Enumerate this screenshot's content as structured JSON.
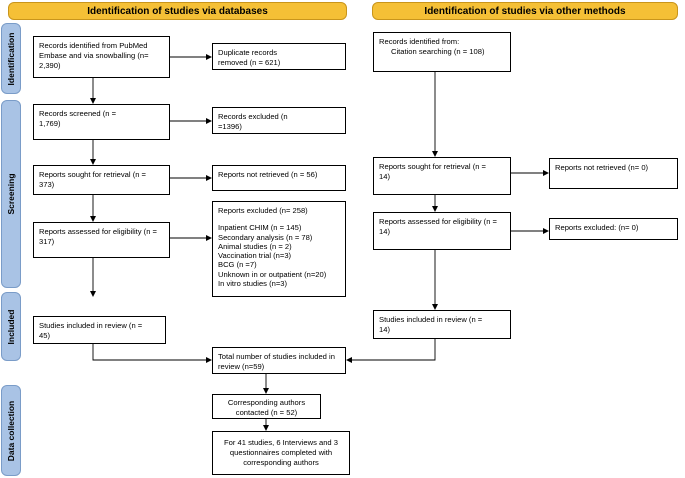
{
  "headers": {
    "databases": "Identification of studies via databases",
    "other_methods": "Identification of studies via other methods"
  },
  "stages": {
    "identification": "Identification",
    "screening": "Screening",
    "included": "Included",
    "data_collection": "Data collection"
  },
  "boxes": {
    "records_identified_db": "Records identified from PubMed Embase and via snowballing (n= 2,390)",
    "duplicates_removed": "Duplicate records removed (n = 621)",
    "records_screened": "Records screened (n = 1,769)",
    "records_excluded": "Records excluded (n =1396)",
    "sought_db": "Reports sought for retrieval (n = 373)",
    "not_retrieved_db": "Reports not retrieved (n = 56)",
    "assessed_db": "Reports assessed for eligibility (n = 317)",
    "excluded_db_title": "Reports excluded (n= 258)",
    "excluded_db_reasons": [
      "Inpatient CHIM (n = 145)",
      "Secondary analysis  (n = 78)",
      "Animal studies (n = 2)",
      "Vaccination trial (n=3)",
      "BCG (n =7)",
      "Unknown in or outpatient (n=20)",
      "In vitro studies (n=3)"
    ],
    "included_db": "Studies included in review (n = 45)",
    "records_other_line1": "Records identified from:",
    "records_other_line2": "Citation searching (n = 108)",
    "sought_other": "Reports sought for retrieval (n = 14)",
    "not_retrieved_other": "Reports not retrieved (n= 0)",
    "assessed_other": "Reports assessed for eligibility (n = 14)",
    "excluded_other": "Reports excluded: (n= 0)",
    "included_other": "Studies included in review (n = 14)",
    "total_included": "Total number of studies included in review (n=59)",
    "authors_contacted": "Corresponding authors contacted (n = 52)",
    "completed": "For 41 studies, 6 Interviews and 3 questionnaires completed with corresponding authors"
  }
}
